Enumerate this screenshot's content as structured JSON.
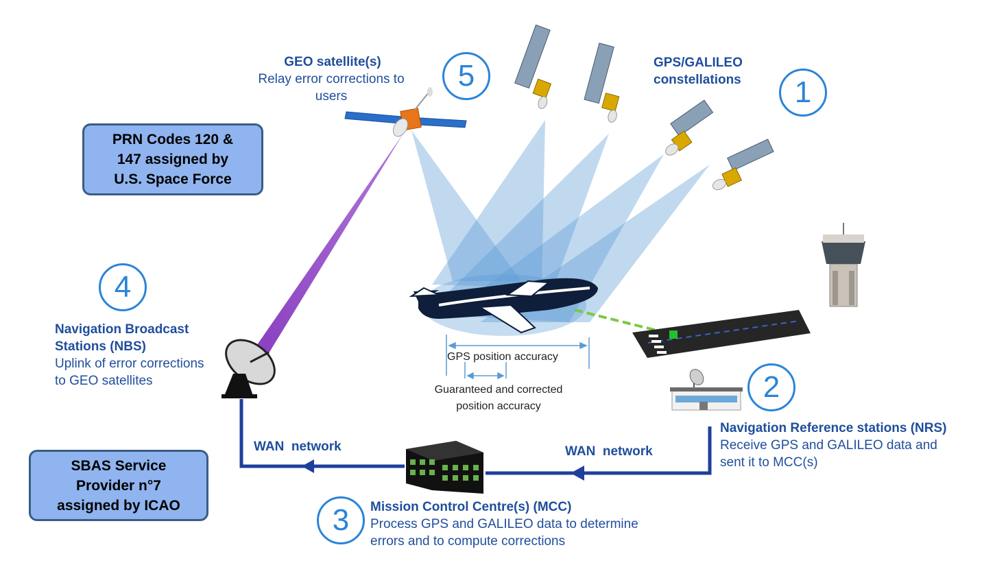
{
  "geo": {
    "title": "GEO satellite(s)",
    "line1": "Relay error corrections to",
    "line2": "users",
    "number": "5"
  },
  "constellations": {
    "line1": "GPS/GALILEO",
    "line2": "constellations",
    "number": "1"
  },
  "prn_box": {
    "line1": "PRN Codes 120 &",
    "line2": "147 assigned by",
    "line3": "U.S. Space Force"
  },
  "nbs": {
    "number": "4",
    "title1": "Navigation Broadcast",
    "title2": "Stations (NBS)",
    "line1": "Uplink of error corrections",
    "line2": "to GEO satellites"
  },
  "accuracy": {
    "gps": "GPS position accuracy",
    "corrected1": "Guaranteed and corrected",
    "corrected2": "position accuracy"
  },
  "nrs": {
    "number": "2",
    "title": "Navigation Reference stations (NRS)",
    "line1": "Receive GPS and GALILEO data and",
    "line2": "sent it to MCC(s)"
  },
  "wan_left": "WAN  network",
  "wan_right": "WAN  network",
  "sbas_box": {
    "line1": "SBAS Service",
    "line2": "Provider n°7",
    "line3": "assigned by ICAO"
  },
  "mcc": {
    "number": "3",
    "title": "Mission Control Centre(s) (MCC)",
    "line1": "Process GPS and GALILEO data to determine",
    "line2": "errors and to compute corrections"
  },
  "colors": {
    "accent": "#1f4e9c",
    "circle": "#2a84d8",
    "box_fill": "#8fb4ef",
    "beam": "#5b9bd5",
    "uplink": "#9b4fc9",
    "link": "#1f3f9c"
  },
  "icons": [
    "geo-satellite-icon",
    "gps-satellite-icon",
    "airplane-icon",
    "runway-icon",
    "control-tower-icon",
    "reference-station-icon",
    "mission-control-building-icon",
    "satellite-dish-icon"
  ]
}
